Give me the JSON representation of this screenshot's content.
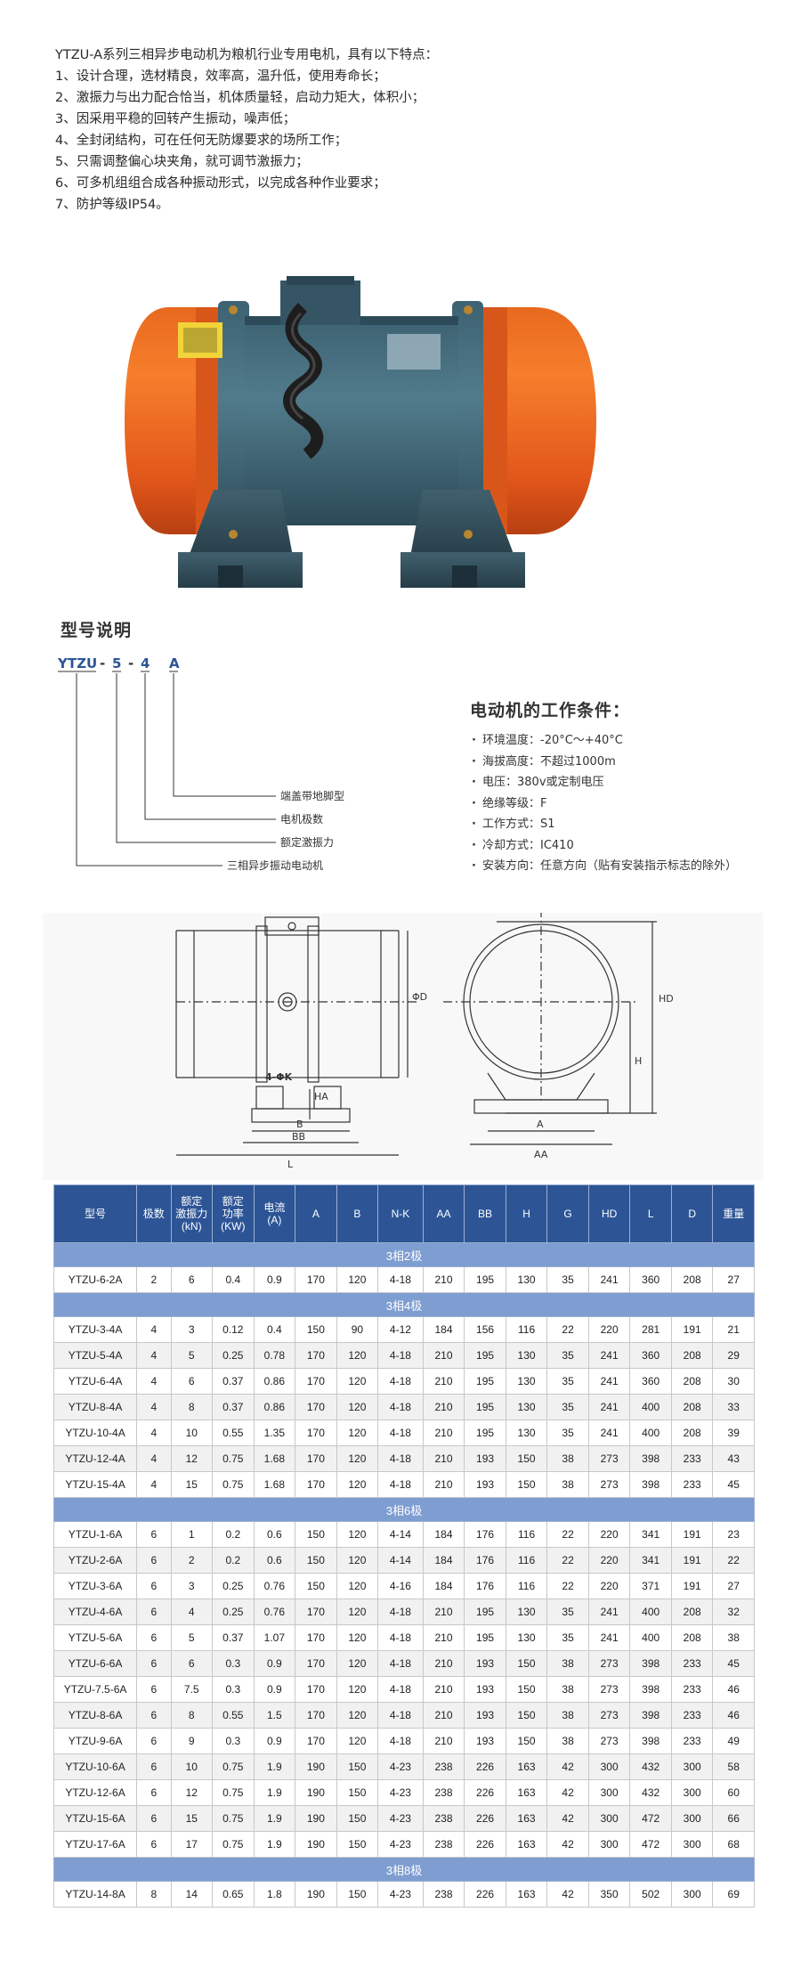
{
  "intro": {
    "lines": [
      "YTZU-A系列三相异步电动机为粮机行业专用电机，具有以下特点：",
      "1、设计合理，选材精良，效率高，温升低，使用寿命长；",
      "2、激振力与出力配合恰当，机体质量轻，启动力矩大，体积小；",
      "3、因采用平稳的回转产生振动，噪声低；",
      "4、全封闭结构，可在任何无防爆要求的场所工作；",
      "5、只需调整偏心块夹角，就可调节激振力；",
      "6、可多机组组合成各种振动形式，以完成各种作业要求；",
      "7、防护等级IP54。"
    ]
  },
  "model": {
    "title": "型号说明",
    "code_parts": [
      "YTZU",
      "-",
      "5",
      "-",
      "4",
      "A"
    ],
    "explanations": [
      "端盖带地脚型",
      "电机极数",
      "额定激振力",
      "三相异步振动电动机"
    ]
  },
  "conditions": {
    "title": "电动机的工作条件：",
    "items": [
      "环境温度：-20°C～+40°C",
      "海拔高度：不超过1000m",
      "电压：380v或定制电压",
      "绝缘等级：F",
      "工作方式：S1",
      "冷却方式：IC410",
      "安装方向：任意方向（贴有安装指示标志的除外）"
    ]
  },
  "drawing": {
    "labels": {
      "phi_d": "ΦD",
      "four_k": "4-ΦK",
      "ha": "HA",
      "b": "B",
      "bb": "BB",
      "l": "L",
      "hd": "HD",
      "h": "H",
      "a": "A",
      "aa": "AA"
    }
  },
  "table": {
    "headers": [
      "型号",
      "极数",
      "额定\n激振力\n(kN)",
      "额定\n功率\n(KW)",
      "电流\n(A)",
      "A",
      "B",
      "N-K",
      "AA",
      "BB",
      "H",
      "G",
      "HD",
      "L",
      "D",
      "重量"
    ],
    "groups": [
      {
        "title": "3相2极",
        "rows": [
          [
            "YTZU-6-2A",
            "2",
            "6",
            "0.4",
            "0.9",
            "170",
            "120",
            "4-18",
            "210",
            "195",
            "130",
            "35",
            "241",
            "360",
            "208",
            "27"
          ]
        ]
      },
      {
        "title": "3相4极",
        "rows": [
          [
            "YTZU-3-4A",
            "4",
            "3",
            "0.12",
            "0.4",
            "150",
            "90",
            "4-12",
            "184",
            "156",
            "116",
            "22",
            "220",
            "281",
            "191",
            "21"
          ],
          [
            "YTZU-5-4A",
            "4",
            "5",
            "0.25",
            "0.78",
            "170",
            "120",
            "4-18",
            "210",
            "195",
            "130",
            "35",
            "241",
            "360",
            "208",
            "29"
          ],
          [
            "YTZU-6-4A",
            "4",
            "6",
            "0.37",
            "0.86",
            "170",
            "120",
            "4-18",
            "210",
            "195",
            "130",
            "35",
            "241",
            "360",
            "208",
            "30"
          ],
          [
            "YTZU-8-4A",
            "4",
            "8",
            "0.37",
            "0.86",
            "170",
            "120",
            "4-18",
            "210",
            "195",
            "130",
            "35",
            "241",
            "400",
            "208",
            "33"
          ],
          [
            "YTZU-10-4A",
            "4",
            "10",
            "0.55",
            "1.35",
            "170",
            "120",
            "4-18",
            "210",
            "195",
            "130",
            "35",
            "241",
            "400",
            "208",
            "39"
          ],
          [
            "YTZU-12-4A",
            "4",
            "12",
            "0.75",
            "1.68",
            "170",
            "120",
            "4-18",
            "210",
            "193",
            "150",
            "38",
            "273",
            "398",
            "233",
            "43"
          ],
          [
            "YTZU-15-4A",
            "4",
            "15",
            "0.75",
            "1.68",
            "170",
            "120",
            "4-18",
            "210",
            "193",
            "150",
            "38",
            "273",
            "398",
            "233",
            "45"
          ]
        ]
      },
      {
        "title": "3相6极",
        "rows": [
          [
            "YTZU-1-6A",
            "6",
            "1",
            "0.2",
            "0.6",
            "150",
            "120",
            "4-14",
            "184",
            "176",
            "116",
            "22",
            "220",
            "341",
            "191",
            "23"
          ],
          [
            "YTZU-2-6A",
            "6",
            "2",
            "0.2",
            "0.6",
            "150",
            "120",
            "4-14",
            "184",
            "176",
            "116",
            "22",
            "220",
            "341",
            "191",
            "22"
          ],
          [
            "YTZU-3-6A",
            "6",
            "3",
            "0.25",
            "0.76",
            "150",
            "120",
            "4-16",
            "184",
            "176",
            "116",
            "22",
            "220",
            "371",
            "191",
            "27"
          ],
          [
            "YTZU-4-6A",
            "6",
            "4",
            "0.25",
            "0.76",
            "170",
            "120",
            "4-18",
            "210",
            "195",
            "130",
            "35",
            "241",
            "400",
            "208",
            "32"
          ],
          [
            "YTZU-5-6A",
            "6",
            "5",
            "0.37",
            "1.07",
            "170",
            "120",
            "4-18",
            "210",
            "195",
            "130",
            "35",
            "241",
            "400",
            "208",
            "38"
          ],
          [
            "YTZU-6-6A",
            "6",
            "6",
            "0.3",
            "0.9",
            "170",
            "120",
            "4-18",
            "210",
            "193",
            "150",
            "38",
            "273",
            "398",
            "233",
            "45"
          ],
          [
            "YTZU-7.5-6A",
            "6",
            "7.5",
            "0.3",
            "0.9",
            "170",
            "120",
            "4-18",
            "210",
            "193",
            "150",
            "38",
            "273",
            "398",
            "233",
            "46"
          ],
          [
            "YTZU-8-6A",
            "6",
            "8",
            "0.55",
            "1.5",
            "170",
            "120",
            "4-18",
            "210",
            "193",
            "150",
            "38",
            "273",
            "398",
            "233",
            "46"
          ],
          [
            "YTZU-9-6A",
            "6",
            "9",
            "0.3",
            "0.9",
            "170",
            "120",
            "4-18",
            "210",
            "193",
            "150",
            "38",
            "273",
            "398",
            "233",
            "49"
          ],
          [
            "YTZU-10-6A",
            "6",
            "10",
            "0.75",
            "1.9",
            "190",
            "150",
            "4-23",
            "238",
            "226",
            "163",
            "42",
            "300",
            "432",
            "300",
            "58"
          ],
          [
            "YTZU-12-6A",
            "6",
            "12",
            "0.75",
            "1.9",
            "190",
            "150",
            "4-23",
            "238",
            "226",
            "163",
            "42",
            "300",
            "432",
            "300",
            "60"
          ],
          [
            "YTZU-15-6A",
            "6",
            "15",
            "0.75",
            "1.9",
            "190",
            "150",
            "4-23",
            "238",
            "226",
            "163",
            "42",
            "300",
            "472",
            "300",
            "66"
          ],
          [
            "YTZU-17-6A",
            "6",
            "17",
            "0.75",
            "1.9",
            "190",
            "150",
            "4-23",
            "238",
            "226",
            "163",
            "42",
            "300",
            "472",
            "300",
            "68"
          ]
        ]
      },
      {
        "title": "3相8极",
        "rows": [
          [
            "YTZU-14-8A",
            "8",
            "14",
            "0.65",
            "1.8",
            "190",
            "150",
            "4-23",
            "238",
            "226",
            "163",
            "42",
            "350",
            "502",
            "300",
            "69"
          ]
        ]
      }
    ]
  }
}
